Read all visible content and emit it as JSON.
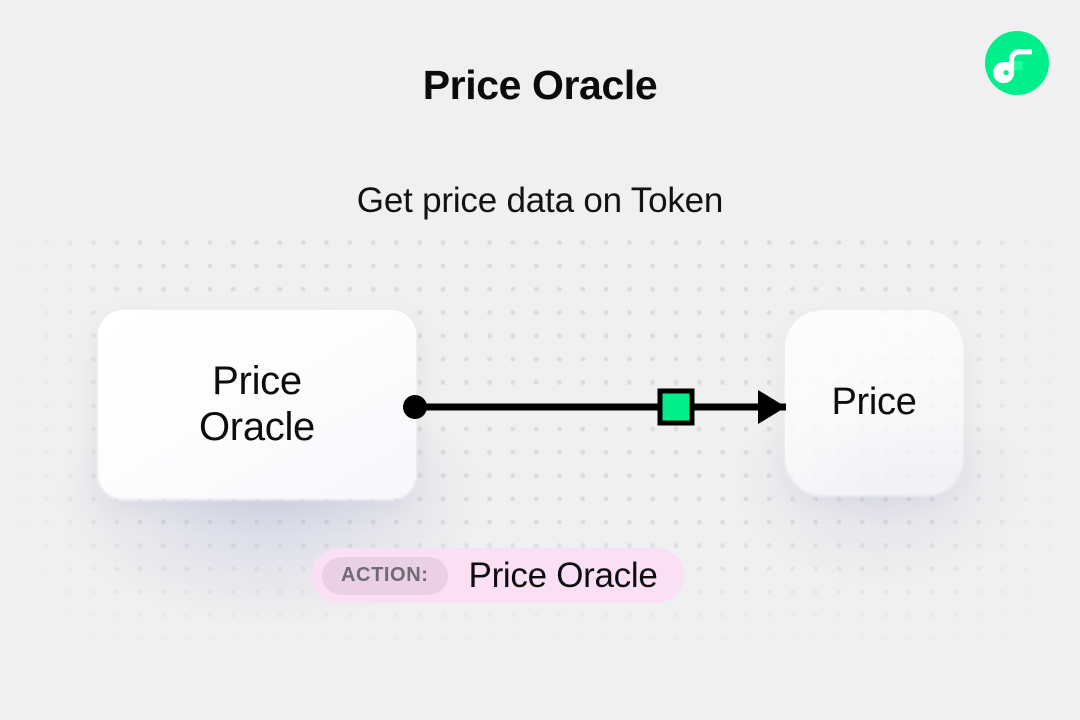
{
  "header": {
    "title": "Price Oracle",
    "subtitle": "Get price data on Token",
    "logo_icon": "flow-logo-icon",
    "logo_color": "#00ef8b"
  },
  "diagram": {
    "nodes": [
      {
        "id": "source",
        "label": "Price\nOracle",
        "role": "source-node"
      },
      {
        "id": "output",
        "label": "Price",
        "role": "output-node"
      }
    ],
    "connector": {
      "icon": "arrow-right-icon",
      "start_handle_icon": "connection-dot-icon",
      "marker_icon": "green-square-marker-icon",
      "marker_color": "#00ef8b",
      "line_color": "#000000"
    }
  },
  "action": {
    "key_label": "ACTION:",
    "value_label": "Price Oracle",
    "pill_color": "#fbe0f5",
    "key_pill_color": "#ead0e4",
    "key_text_color": "#6f6a74"
  },
  "background": {
    "color": "#f0f0f0",
    "dot_color": "#dcdcdd"
  }
}
